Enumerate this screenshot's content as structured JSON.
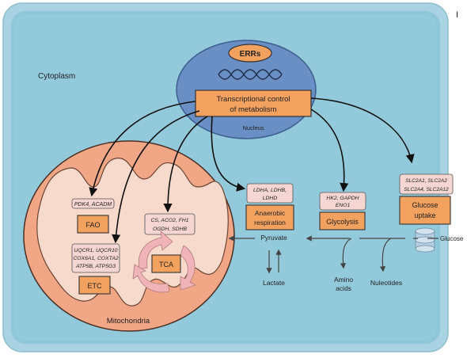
{
  "colors": {
    "cell_outer": "#a9d3e3",
    "cytoplasm": "#8ec6d9",
    "nucleus": "#6a8fc4",
    "box_fill": "#f2a15f",
    "gene_box": "#f5d6d2",
    "mito_outer": "#f1a786",
    "mito_inner": "#f7dacb",
    "arrow_pink": "#f0b3b7"
  },
  "labels": {
    "cytoplasm": "Cytoplasm",
    "nucleus": "Nucleus",
    "mitochondria": "Mitochondria",
    "corner_mark": "I"
  },
  "nucleus": {
    "errs": "ERRs",
    "control_line1": "Transcriptional control",
    "control_line2": "of metabolism"
  },
  "processes": {
    "fao": "FAO",
    "etc": "ETC",
    "tca": "TCA",
    "anaerobic_line1": "Anaerobic",
    "anaerobic_line2": "respiration",
    "glycolysis": "Glycolysis",
    "glucose_uptake_line1": "Glucose",
    "glucose_uptake_line2": "uptake"
  },
  "genes": {
    "fao": "PDK4, ACADM",
    "etc": [
      "UQCR1, UQCR10",
      "COX6A1, COXTA2",
      "ATP5B, ATP5G3"
    ],
    "tca": [
      "CS, ACO2, FH1",
      "OGDH, SDHB"
    ],
    "anaerobic": [
      "LDHA, LDHB,",
      "LDHD"
    ],
    "glycolysis": [
      "HK2, GAPDH",
      "ENO1"
    ],
    "glucose": [
      "SLC2A1, SLC2A2",
      "SLC2A4, SLC2A12"
    ]
  },
  "metabolites": {
    "pyruvate": "Pyruvate",
    "lactate": "Lactate",
    "amino_line1": "Amino",
    "amino_line2": "acids",
    "nucleotides": "Nuleotides",
    "glucose": "Glucose"
  }
}
